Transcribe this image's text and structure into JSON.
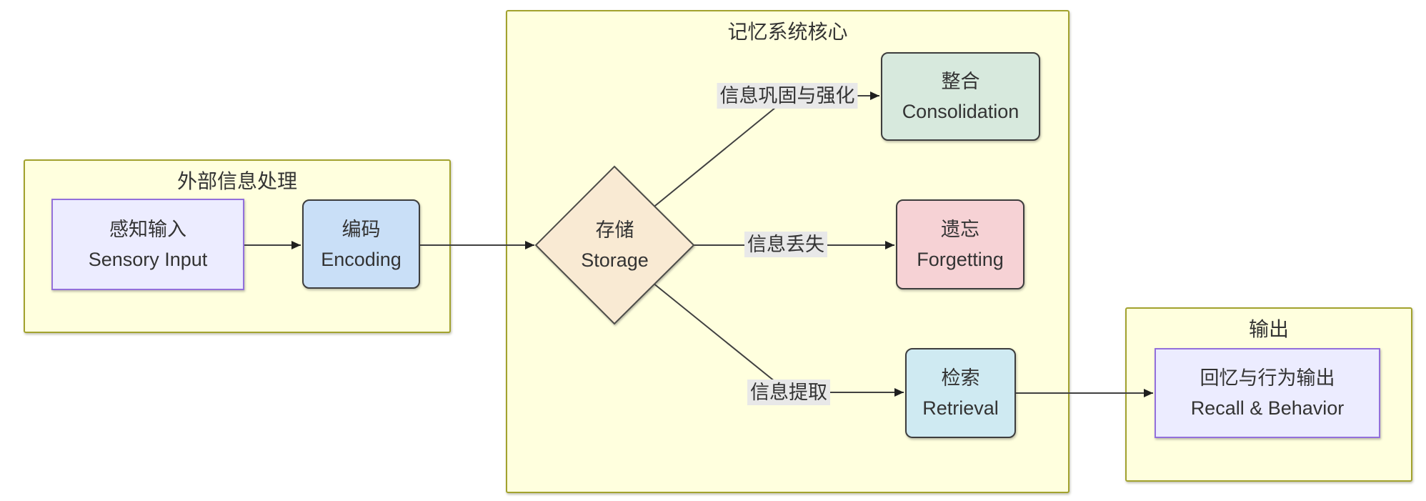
{
  "diagram_type": "flowchart",
  "containers": [
    {
      "id": "external",
      "label": "外部信息处理"
    },
    {
      "id": "core",
      "label": "记忆系统核心"
    },
    {
      "id": "output",
      "label": "输出"
    }
  ],
  "nodes": {
    "sensory": {
      "line1": "感知输入",
      "line2": "Sensory Input",
      "shape": "rect",
      "fill": "#ECECFF",
      "border": "#9370DB"
    },
    "encoding": {
      "line1": "编码",
      "line2": "Encoding",
      "shape": "rounded",
      "fill": "#C9DFF7",
      "border": "#3D3D3D"
    },
    "storage": {
      "line1": "存储",
      "line2": "Storage",
      "shape": "diamond",
      "fill": "#F9EAD3",
      "border": "#4E4E49"
    },
    "consolidation": {
      "line1": "整合",
      "line2": "Consolidation",
      "shape": "rounded",
      "fill": "#D7E9DD",
      "border": "#3D3D3D"
    },
    "forgetting": {
      "line1": "遗忘",
      "line2": "Forgetting",
      "shape": "rounded",
      "fill": "#F6D2D5",
      "border": "#3D3D3D"
    },
    "retrieval": {
      "line1": "检索",
      "line2": "Retrieval",
      "shape": "rounded",
      "fill": "#CFEAF2",
      "border": "#3D3D3D"
    },
    "recall": {
      "line1": "回忆与行为输出",
      "line2": "Recall & Behavior",
      "shape": "rect",
      "fill": "#ECECFF",
      "border": "#9370DB"
    }
  },
  "edges": [
    {
      "from": "sensory",
      "to": "encoding",
      "label": ""
    },
    {
      "from": "encoding",
      "to": "storage",
      "label": ""
    },
    {
      "from": "storage",
      "to": "consolidation",
      "label": "信息巩固与强化"
    },
    {
      "from": "storage",
      "to": "forgetting",
      "label": "信息丢失"
    },
    {
      "from": "storage",
      "to": "retrieval",
      "label": "信息提取"
    },
    {
      "from": "retrieval",
      "to": "recall",
      "label": ""
    }
  ],
  "colors": {
    "background": "#FFFFFF",
    "container_fill": "#FFFFDE",
    "container_border": "#A2A22E",
    "edge_line": "#404040",
    "arrowhead": "#1F1F1F",
    "edge_label_bg": "#E8E8E8",
    "text": "#333333"
  }
}
